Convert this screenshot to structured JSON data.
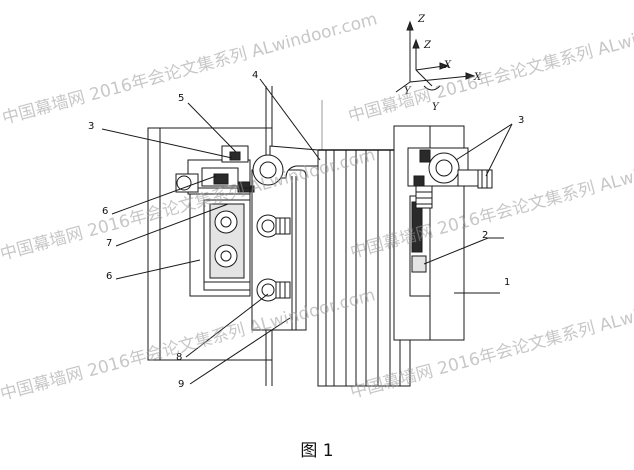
{
  "labels": {
    "l1": "1",
    "l2": "2",
    "l3a": "3",
    "l3b": "3",
    "l4": "4",
    "l5": "5",
    "l6": "6",
    "l7": "7",
    "l8": "8",
    "l9": "9",
    "l6b": "6"
  },
  "axes": {
    "z": "Z",
    "zbar": "Z",
    "x": "X",
    "xbar": "X",
    "y": "Y",
    "ybar": "Y"
  },
  "caption": "图 1",
  "watermark": "中国幕墙网 2016年会论文集系列 ALwindoor.com"
}
